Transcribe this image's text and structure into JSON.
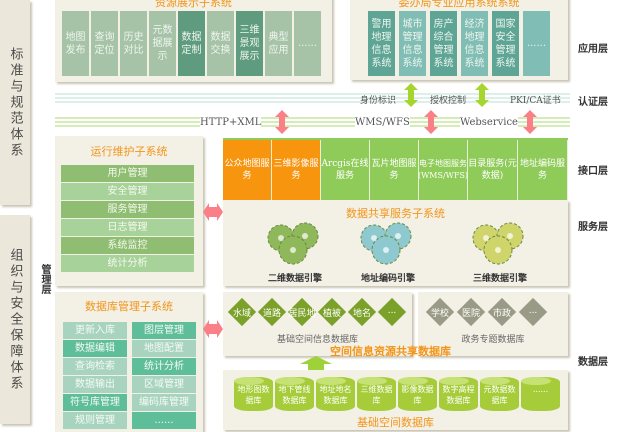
{
  "left_side": {
    "standards": "标准与规范体系",
    "security": "组织与安全保障体系",
    "management_layer": "管理层"
  },
  "layers": {
    "application": "应用层",
    "auth": "认证层",
    "interface": "接口层",
    "service": "服务层",
    "data": "数据层"
  },
  "resource_display": {
    "title": "资源展示子系统",
    "tiles": [
      "地图发布",
      "查询定位",
      "历史对比",
      "元数据展示",
      "数据定制",
      "数据交换",
      "三维景观展示",
      "典型应用",
      "......"
    ]
  },
  "agency_apps": {
    "title": "委办局专业应用系统系统",
    "tiles": [
      "警用地理信息系统",
      "城市管理信息系统",
      "房产综合管理系统",
      "经济地理信息系统",
      "国家安全管理系统",
      "......"
    ]
  },
  "auth_band": [
    "身份标识",
    "授权控制",
    "PKI/CA证书"
  ],
  "protocol_band": [
    "HTTP+XML",
    "WMS/WFS",
    "Webservice"
  ],
  "ops": {
    "title": "运行维护子系统",
    "items": [
      "用户管理",
      "安全管理",
      "服务管理",
      "日志管理",
      "系统监控",
      "统计分析"
    ]
  },
  "interfaces": [
    "公众地图服务",
    "三维影像服务",
    "Arcgis在线服务",
    "瓦片地图服务",
    "电子地图服务(WMS/WFS)",
    "目录服务(元数据)",
    "地址编码服务"
  ],
  "sharing": {
    "title": "数据共享服务子系统",
    "engines": [
      "二维数据引擎",
      "地址编码引擎",
      "三维数据引擎"
    ]
  },
  "dbm": {
    "title": "数据库管理子系统",
    "left": [
      "更新入库",
      "数据编辑",
      "查询检索",
      "数据输出",
      "符号库管理",
      "规则管理"
    ],
    "right": [
      "图层管理",
      "地图配置",
      "统计分析",
      "区域管理",
      "编码库管理",
      "......"
    ]
  },
  "base_info": {
    "items": [
      "水域",
      "道路",
      "居民地",
      "植被",
      "地名",
      "..."
    ],
    "caption": "基础空间信息数据库"
  },
  "gov": {
    "items": [
      "学校",
      "医院",
      "市政",
      "..."
    ],
    "caption": "政务专题数据库"
  },
  "shared_db_title": "空间信息资源共享数据库",
  "base_db": {
    "title": "基础空间数据库",
    "items": [
      "地形图数据库",
      "地下管线数据库",
      "地址地名数据库",
      "三维数据库",
      "影像数据库",
      "数字高程数据库",
      "元数据数据库",
      "......"
    ]
  }
}
